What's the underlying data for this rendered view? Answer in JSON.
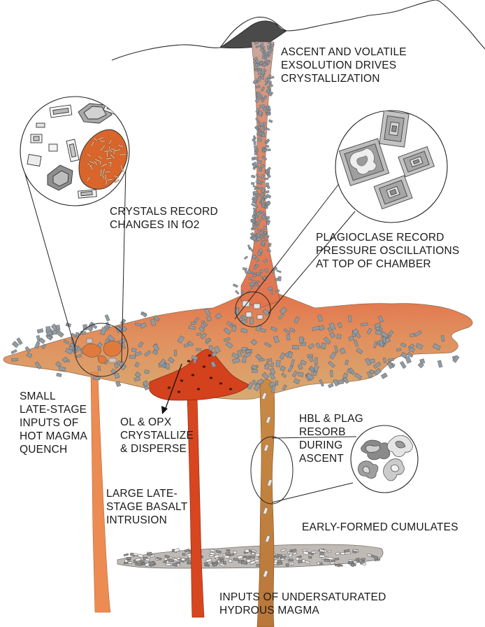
{
  "labels": {
    "ascent": "ASCENT AND VOLATILE\nEXSOLUTION DRIVES\nCRYSTALLIZATION",
    "crystals_fo2": "CRYSTALS RECORD\nCHANGES IN fO2",
    "plagioclase": "PLAGIOCLASE RECORD\nPRESSURE OSCILLATIONS\nAT TOP OF CHAMBER",
    "small_inputs": "SMALL\nLATE-STAGE\nINPUTS OF\nHOT MAGMA\nQUENCH",
    "ol_opx": "OL & OPX\nCRYSTALLIZE\n& DISPERSE",
    "hbl_plag": "HBL & PLAG\nRESORB\nDURING\nASCENT",
    "large_basalt": "LARGE LATE-\nSTAGE BASALT\nINTRUSION",
    "cumulates": "EARLY-FORMED CUMULATES",
    "hydrous": "INPUTS OF UNDERSATURATED\nHYDROUS MAGMA"
  },
  "colors": {
    "chamber_top": "#e07a4e",
    "chamber_bottom": "#d9a070",
    "conduit": "#e2825a",
    "basalt": "#d4431e",
    "small_feeder": "#ec8a4e",
    "hydrous_feeder": "#c98b45",
    "cumulate": "#b7b3b0",
    "crystal": "#8f969c",
    "outline": "#222222"
  }
}
